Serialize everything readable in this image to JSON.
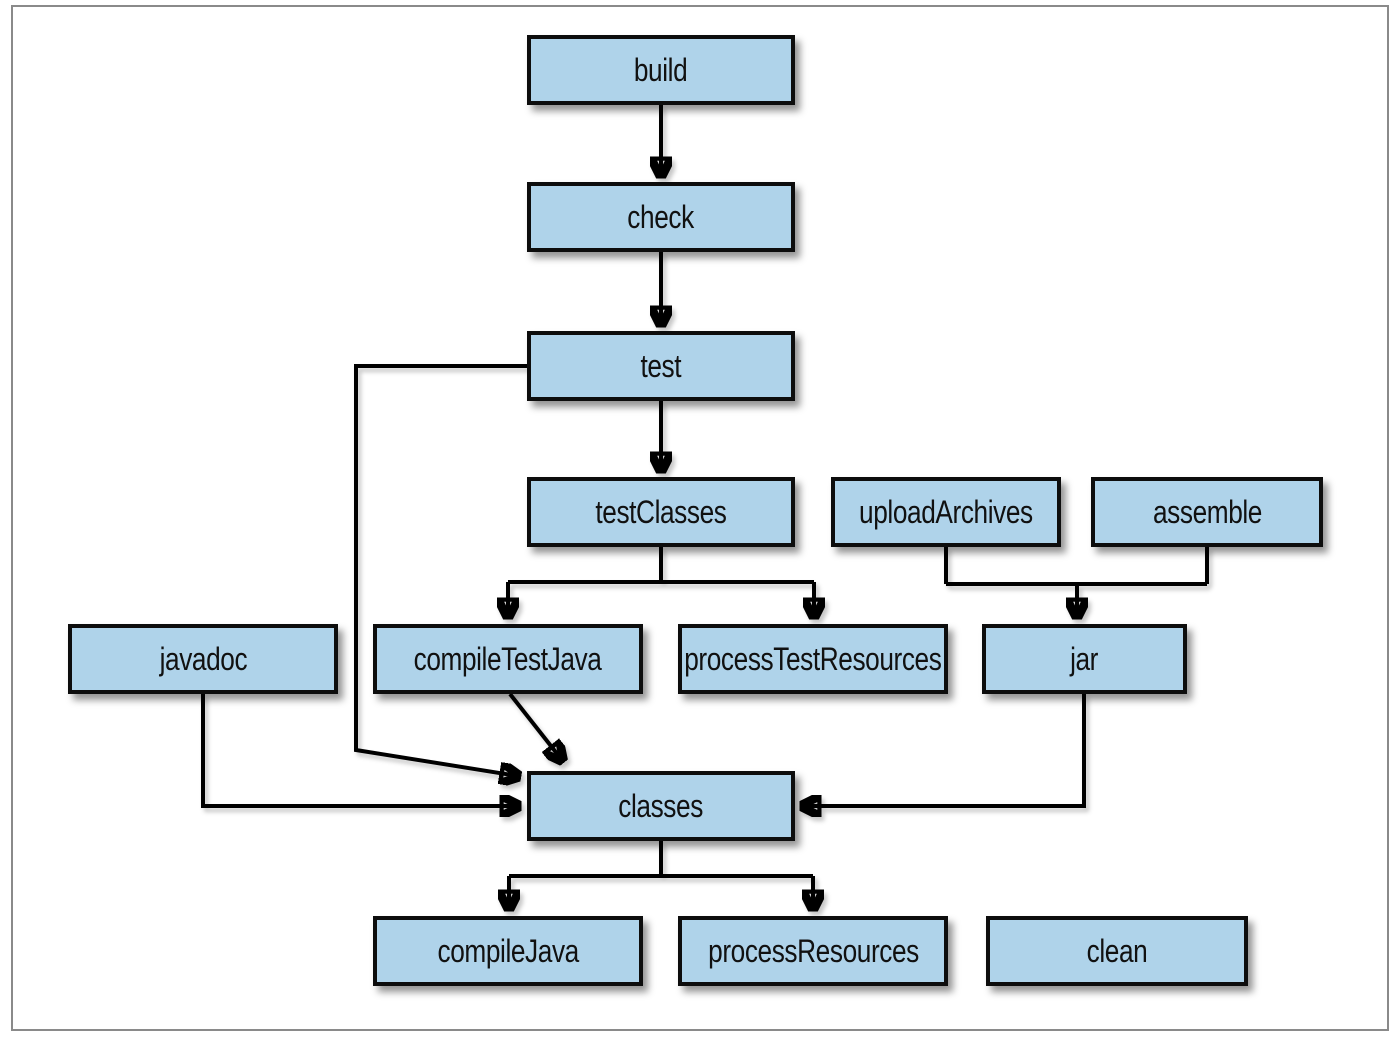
{
  "diagram": {
    "kind": "task-dependency-flowchart",
    "colors": {
      "node_fill": "#afd3ea",
      "node_border": "#0d0d0d",
      "edge_line": "#000000",
      "frame_border": "#8a8a8a",
      "background": "#ffffff"
    }
  },
  "nodes": [
    {
      "id": "build",
      "label": "build"
    },
    {
      "id": "check",
      "label": "check"
    },
    {
      "id": "test",
      "label": "test"
    },
    {
      "id": "testClasses",
      "label": "testClasses"
    },
    {
      "id": "uploadArchives",
      "label": "uploadArchives"
    },
    {
      "id": "assemble",
      "label": "assemble"
    },
    {
      "id": "javadoc",
      "label": "javadoc"
    },
    {
      "id": "compileTestJava",
      "label": "compileTestJava"
    },
    {
      "id": "processTestResources",
      "label": "processTestResources"
    },
    {
      "id": "jar",
      "label": "jar"
    },
    {
      "id": "classes",
      "label": "classes"
    },
    {
      "id": "compileJava",
      "label": "compileJava"
    },
    {
      "id": "processResources",
      "label": "processResources"
    },
    {
      "id": "clean",
      "label": "clean"
    }
  ],
  "edges": [
    {
      "from": "build",
      "to": "check"
    },
    {
      "from": "check",
      "to": "test"
    },
    {
      "from": "test",
      "to": "testClasses"
    },
    {
      "from": "testClasses",
      "to": "compileTestJava"
    },
    {
      "from": "testClasses",
      "to": "processTestResources"
    },
    {
      "from": "uploadArchives",
      "to": "jar"
    },
    {
      "from": "assemble",
      "to": "jar"
    },
    {
      "from": "test",
      "to": "classes"
    },
    {
      "from": "javadoc",
      "to": "classes"
    },
    {
      "from": "compileTestJava",
      "to": "classes"
    },
    {
      "from": "jar",
      "to": "classes"
    },
    {
      "from": "classes",
      "to": "compileJava"
    },
    {
      "from": "classes",
      "to": "processResources"
    }
  ]
}
